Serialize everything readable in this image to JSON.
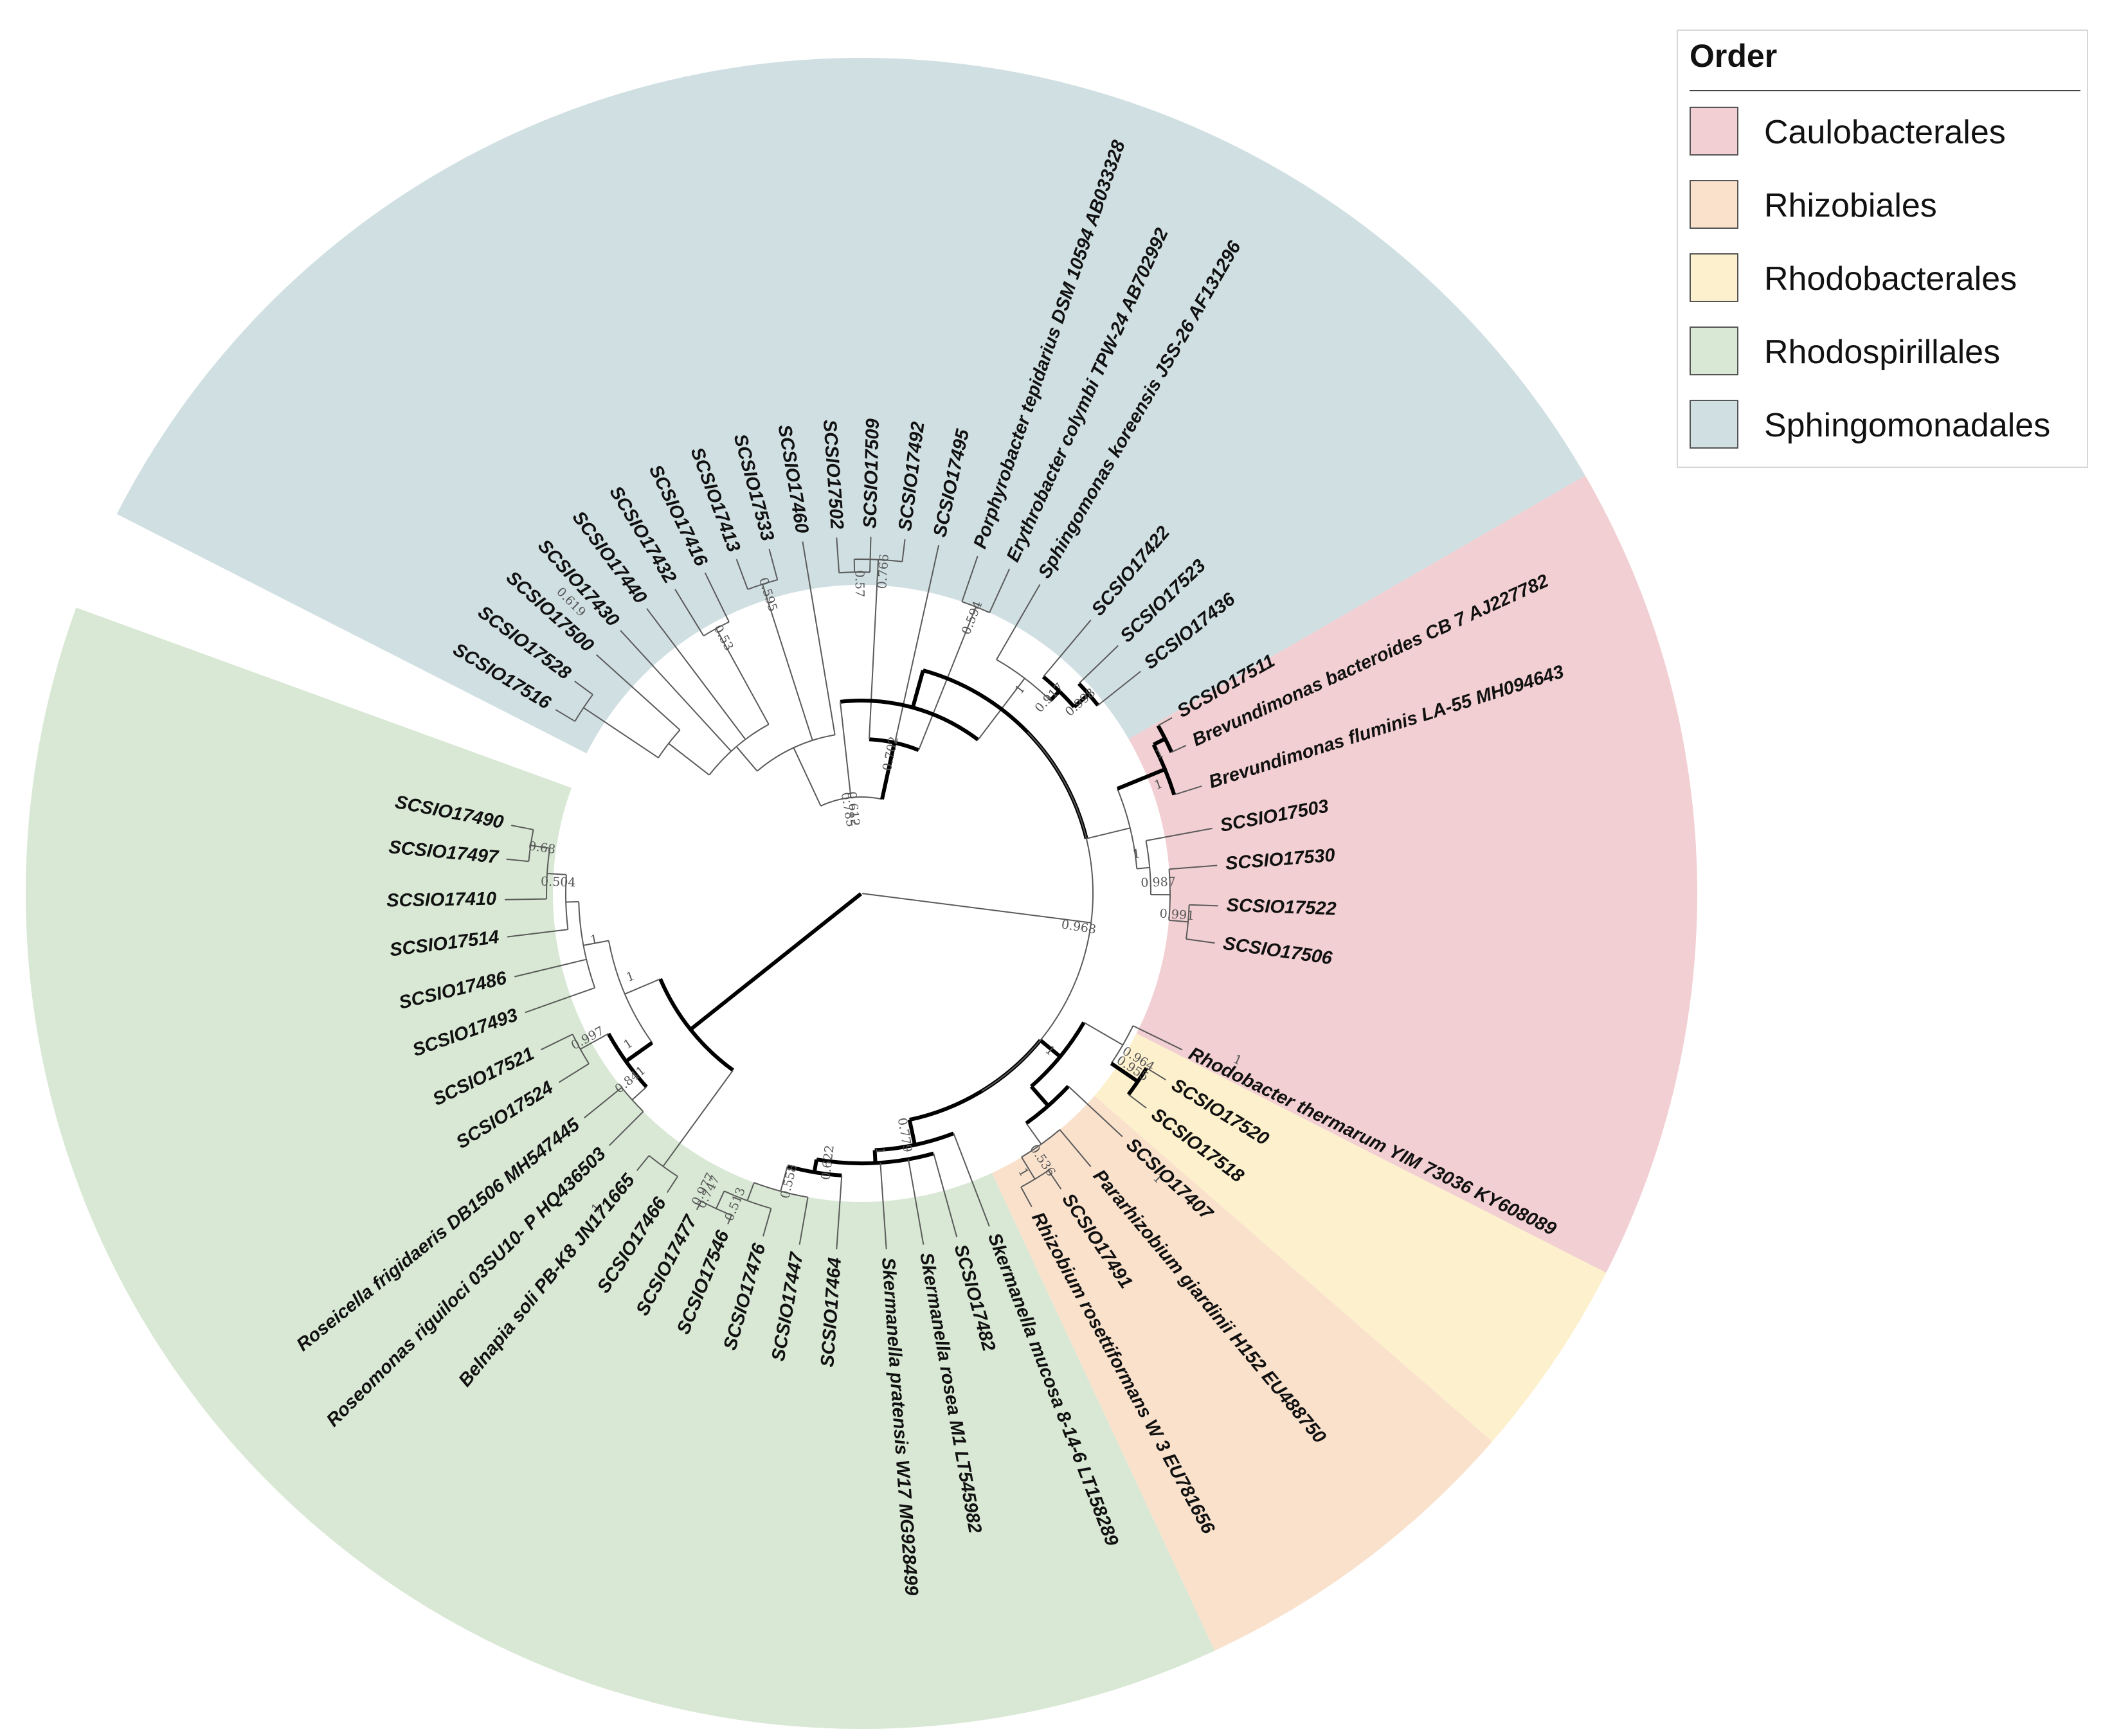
{
  "legend": {
    "title": "Order",
    "items": [
      {
        "label": "Caulobacterales",
        "color": "#f2cfd2"
      },
      {
        "label": "Rhizobiales",
        "color": "#f9e1cc"
      },
      {
        "label": "Rhodobacterales",
        "color": "#fdf0cc"
      },
      {
        "label": "Rhodospirillales",
        "color": "#d8e8d4"
      },
      {
        "label": "Sphingomonadales",
        "color": "#d0dfe2"
      }
    ]
  },
  "sectors": [
    {
      "order": "Sphingomonadales",
      "color": "#d0dfe2",
      "start_deg": -153,
      "end_deg": -30
    },
    {
      "order": "Caulobacterales",
      "color": "#f2cfd2",
      "start_deg": -30,
      "end_deg": 27
    },
    {
      "order": "Rhodobacterales",
      "color": "#fdf0cc",
      "start_deg": 27,
      "end_deg": 41
    },
    {
      "order": "Rhizobiales",
      "color": "#f9e1cc",
      "start_deg": 41,
      "end_deg": 65
    },
    {
      "order": "Rhodospirillales",
      "color": "#d8e8d4",
      "start_deg": 65,
      "end_deg": 200
    }
  ],
  "tips": [
    {
      "label": "SCSIO17516",
      "angle": -149
    },
    {
      "label": "SCSIO17528",
      "angle": -143.5
    },
    {
      "label": "SCSIO17500",
      "angle": -138
    },
    {
      "label": "SCSIO17430",
      "angle": -132.5
    },
    {
      "label": "SCSIO17440",
      "angle": -127
    },
    {
      "label": "SCSIO17432",
      "angle": -121.5
    },
    {
      "label": "SCSIO17416",
      "angle": -116
    },
    {
      "label": "SCSIO17413",
      "angle": -110.5
    },
    {
      "label": "SCSIO17533",
      "angle": -105
    },
    {
      "label": "SCSIO17460",
      "angle": -99.5
    },
    {
      "label": "SCSIO17502",
      "angle": -94
    },
    {
      "label": "SCSIO17509",
      "angle": -88.5
    },
    {
      "label": "SCSIO17492",
      "angle": -83
    },
    {
      "label": "SCSIO17495",
      "angle": -77.5
    },
    {
      "label": "Porphyrobacter tepidarius DSM 10594 AB033328",
      "angle": -71
    },
    {
      "label": "Erythrobacter colymbi TPW-24 AB702992",
      "angle": -65.5
    },
    {
      "label": "Sphingomonas koreensis JSS-26 AF131296",
      "angle": -60
    },
    {
      "label": "SCSIO17422",
      "angle": -50
    },
    {
      "label": "SCSIO17523",
      "angle": -44
    },
    {
      "label": "SCSIO17436",
      "angle": -38.5
    },
    {
      "label": "SCSIO17511",
      "angle": -29.5
    },
    {
      "label": "Brevundimonas bacteroides CB 7 AJ227782",
      "angle": -24.5
    },
    {
      "label": "Brevundimonas fluminis LA-55 MH094643",
      "angle": -17.5
    },
    {
      "label": "SCSIO17503",
      "angle": -10.5
    },
    {
      "label": "SCSIO17530",
      "angle": -4.5
    },
    {
      "label": "SCSIO17522",
      "angle": 2
    },
    {
      "label": "SCSIO17506",
      "angle": 8
    },
    {
      "label": "Rhodobacter thermarum YIM 73036 KY608089",
      "angle": 26
    },
    {
      "label": "SCSIO17520",
      "angle": 31.5
    },
    {
      "label": "SCSIO17518",
      "angle": 37
    },
    {
      "label": "SCSIO17407",
      "angle": 43
    },
    {
      "label": "Pararhizobium giardinii H152 EU488750",
      "angle": 50
    },
    {
      "label": "SCSIO17491",
      "angle": 56
    },
    {
      "label": "Rhizobium rosettiformans W 3 EU781656",
      "angle": 61.5
    },
    {
      "label": "Skermanella mucosa 8-14-6 LT158289",
      "angle": 69
    },
    {
      "label": "SCSIO17482",
      "angle": 74.5
    },
    {
      "label": "Skermanella rosea M1 LT545982",
      "angle": 80
    },
    {
      "label": "Skermanella pratensis W17 MG928499",
      "angle": 86
    },
    {
      "label": "SCSIO17464",
      "angle": 94
    },
    {
      "label": "SCSIO17447",
      "angle": 100
    },
    {
      "label": "SCSIO17476",
      "angle": 106
    },
    {
      "label": "SCSIO17546",
      "angle": 112
    },
    {
      "label": "SCSIO17477",
      "angle": 117.5
    },
    {
      "label": "SCSIO17466",
      "angle": 123
    },
    {
      "label": "Belnapia soli PB-K8 JN171665",
      "angle": 129
    },
    {
      "label": "Roseomonas riguiloci 03SU10- P HQ436503",
      "angle": 135
    },
    {
      "label": "Roseicella frigidaeris DB1506 MH547445",
      "angle": 141
    },
    {
      "label": "SCSIO17524",
      "angle": 148
    },
    {
      "label": "SCSIO17521",
      "angle": 154
    },
    {
      "label": "SCSIO17493",
      "angle": 160.5
    },
    {
      "label": "SCSIO17486",
      "angle": 166.5
    },
    {
      "label": "SCSIO17514",
      "angle": 173
    },
    {
      "label": "SCSIO17410",
      "angle": 179
    },
    {
      "label": "SCSIO17497",
      "angle": 185.5
    },
    {
      "label": "SCSIO17490",
      "angle": 191
    }
  ],
  "support_values": [
    {
      "value": "0.619",
      "angle": -135
    },
    {
      "value": "0.53",
      "angle": -118.5
    },
    {
      "value": "0.595",
      "angle": -107.5
    },
    {
      "value": "0.785",
      "angle": -99.5
    },
    {
      "value": "0.57",
      "angle": -90.5
    },
    {
      "value": "0.766",
      "angle": -86
    },
    {
      "value": "0.594",
      "angle": -68
    },
    {
      "value": "0.612",
      "angle": -96
    },
    {
      "value": "0.702",
      "angle": -78
    },
    {
      "value": "0.917",
      "angle": -46
    },
    {
      "value": "0.998",
      "angle": -41
    },
    {
      "value": "1",
      "angle": -52
    },
    {
      "value": "1",
      "angle": -25
    },
    {
      "value": "1",
      "angle": -20
    },
    {
      "value": "0.987",
      "angle": -2
    },
    {
      "value": "0.991",
      "angle": 4
    },
    {
      "value": "0.968",
      "angle": 9
    },
    {
      "value": "1",
      "angle": -8
    },
    {
      "value": "1",
      "angle": 24
    },
    {
      "value": "0.964",
      "angle": 31
    },
    {
      "value": "0.955",
      "angle": 33
    },
    {
      "value": "1",
      "angle": 44
    },
    {
      "value": "0.536",
      "angle": 56
    },
    {
      "value": "1",
      "angle": 60
    },
    {
      "value": "0.779",
      "angle": 80
    },
    {
      "value": "0.977",
      "angle": 118
    },
    {
      "value": "1",
      "angle": 86
    },
    {
      "value": "0.622",
      "angle": 97
    },
    {
      "value": "0.558",
      "angle": 104
    },
    {
      "value": "0.513",
      "angle": 112
    },
    {
      "value": "0.747",
      "angle": 117
    },
    {
      "value": "0.841",
      "angle": 141
    },
    {
      "value": "1",
      "angle": 147
    },
    {
      "value": "0.997",
      "angle": 152
    },
    {
      "value": "1",
      "angle": 160
    },
    {
      "value": "1",
      "angle": 170
    },
    {
      "value": "0.504",
      "angle": 182
    },
    {
      "value": "0.68",
      "angle": 188
    },
    {
      "value": "1",
      "angle": 130
    },
    {
      "value": "1",
      "angle": 40
    }
  ]
}
